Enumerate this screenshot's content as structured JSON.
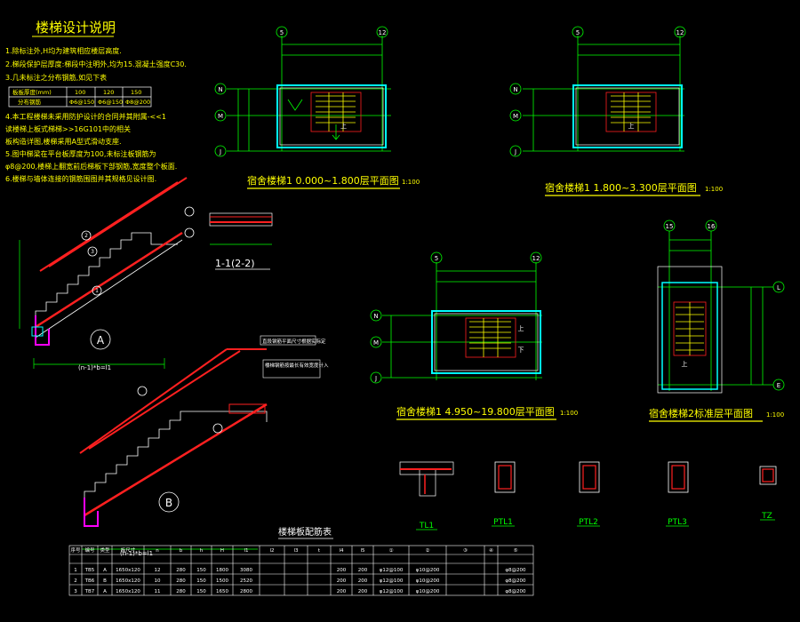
{
  "notes": {
    "title": "楼梯设计说明",
    "lines": [
      "1.除标注外,H均为建筑相应楼层高度.",
      "2.梯段保护层厚度:梯段中注明外,均为15.混凝土强度C30.",
      "3.几未标注之分布钢筋,如见下表",
      "4.本工程楼梯未采用防护设计的合同并其附属-<<1",
      "  读楼梯上板式梯梯>>16G101中的相关",
      "  板构造详图,楼梯采用A型式滑动支座.",
      "5.图中梯梁在平台板厚度为100,未标注板钢筋为",
      "  φ8@200,楼梯上翻宽前后梯板下部钢筋,宽度整个板面.",
      "6.楼梯与墙体连接的钢筋围图并其规格见设计图."
    ],
    "rebar_table": {
      "header": [
        "板板厚度(mm)",
        "100",
        "120",
        "150"
      ],
      "row": [
        "分布钢筋",
        "Φ6@150",
        "Φ6@150",
        "Φ8@200"
      ]
    }
  },
  "plans": [
    {
      "title": "宿舍楼梯1 0.000~1.800层平面图",
      "scale": "1:100",
      "axes_top": [
        "5",
        "12"
      ],
      "axes_side": [
        "N",
        "M",
        "J"
      ]
    },
    {
      "title": "宿舍楼梯1 1.800~3.300层平面图",
      "scale": "1:100",
      "axes_top": [
        "5",
        "12"
      ],
      "axes_side": [
        "N",
        "M",
        "J"
      ]
    },
    {
      "title": "宿舍楼梯1 4.950~19.800层平面图",
      "scale": "1:100",
      "axes_top": [
        "5",
        "12"
      ],
      "axes_side": [
        "N",
        "M",
        "J"
      ]
    },
    {
      "title": "宿舍楼梯2标准层平面图",
      "scale": "1:100",
      "axes_top": [
        "15",
        "16"
      ],
      "axes_side": [
        "L",
        "E"
      ]
    }
  ],
  "stair_labels": {
    "section": "1-1(2-2)",
    "type_a": "A",
    "type_b": "B",
    "span_a": "(n-1)*b=l1",
    "span_b": "(n-1)*b=l1",
    "marks": [
      "1",
      "2",
      "3"
    ],
    "note1": "直段钢筋平面尺寸根据实际定",
    "note2": "楼梯钢筋按最长有效宽度计入"
  },
  "details": [
    "TL1",
    "PTL1",
    "PTL2",
    "PTL3",
    "TZ"
  ],
  "schedule": {
    "title": "楼梯板配筋表",
    "header": [
      "序号",
      "编号",
      "类型",
      "板尺寸",
      "n",
      "b",
      "h",
      "H",
      "l1",
      "l2",
      "l3",
      "t",
      "l4",
      "l5",
      "①",
      "②",
      "③",
      "④",
      "⑤"
    ],
    "rows": [
      [
        "1",
        "TB5",
        "A",
        "1650x120",
        "12",
        "280",
        "150",
        "1800",
        "3080",
        "",
        "",
        "",
        "200",
        "200",
        "φ12@100",
        "φ10@200",
        "",
        "",
        "φ8@200"
      ],
      [
        "2",
        "TB6",
        "B",
        "1650x120",
        "10",
        "280",
        "150",
        "1500",
        "2520",
        "",
        "",
        "",
        "200",
        "200",
        "φ12@100",
        "φ10@200",
        "",
        "",
        "φ8@200"
      ],
      [
        "3",
        "TB7",
        "A",
        "1650x120",
        "11",
        "280",
        "150",
        "1650",
        "2800",
        "",
        "",
        "",
        "200",
        "200",
        "φ12@100",
        "φ10@200",
        "",
        "",
        "φ8@200"
      ]
    ]
  },
  "colors": {
    "yellow": "#ffff00",
    "green": "#00ff00",
    "red": "#ff2020",
    "white": "#ffffff",
    "cyan": "#00ffff",
    "magenta": "#ff00ff"
  }
}
